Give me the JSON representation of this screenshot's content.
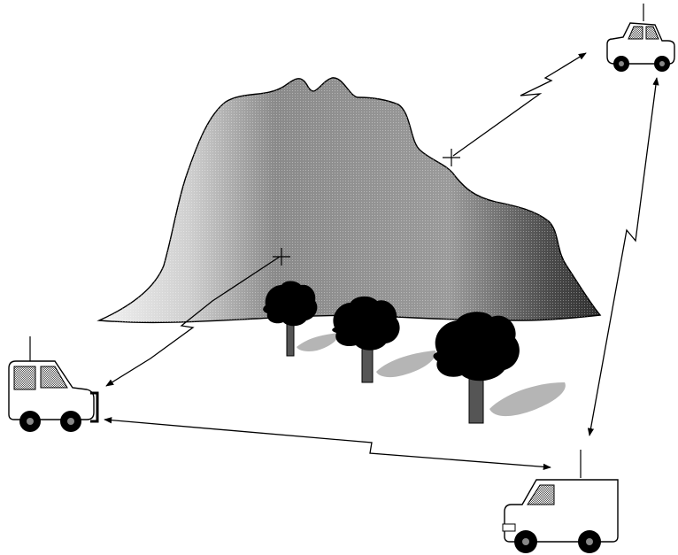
{
  "scene": {
    "colors": {
      "mountain_light": "#e0e0e0",
      "mountain_dark": "#5a5a5a",
      "tree": "#000000",
      "trunk": "#4a4a4a",
      "shadow": "#b8b8b8",
      "line": "#000000",
      "vehicle_body": "#ffffff",
      "vehicle_window": "#c8c8c8"
    },
    "vehicles": [
      {
        "name": "vehicle-top-right",
        "kind": "sedan"
      },
      {
        "name": "vehicle-left",
        "kind": "jeep"
      },
      {
        "name": "vehicle-bottom-right",
        "kind": "van"
      }
    ],
    "links": [
      {
        "name": "link-top-right-to-mountain",
        "style": "one-way"
      },
      {
        "name": "link-left-to-mountain",
        "style": "one-way"
      },
      {
        "name": "link-left-to-bottom-right",
        "style": "two-way"
      },
      {
        "name": "link-top-right-to-bottom-right",
        "style": "two-way"
      }
    ],
    "targets": [
      {
        "name": "reflection-point-upper"
      },
      {
        "name": "reflection-point-lower"
      }
    ]
  }
}
